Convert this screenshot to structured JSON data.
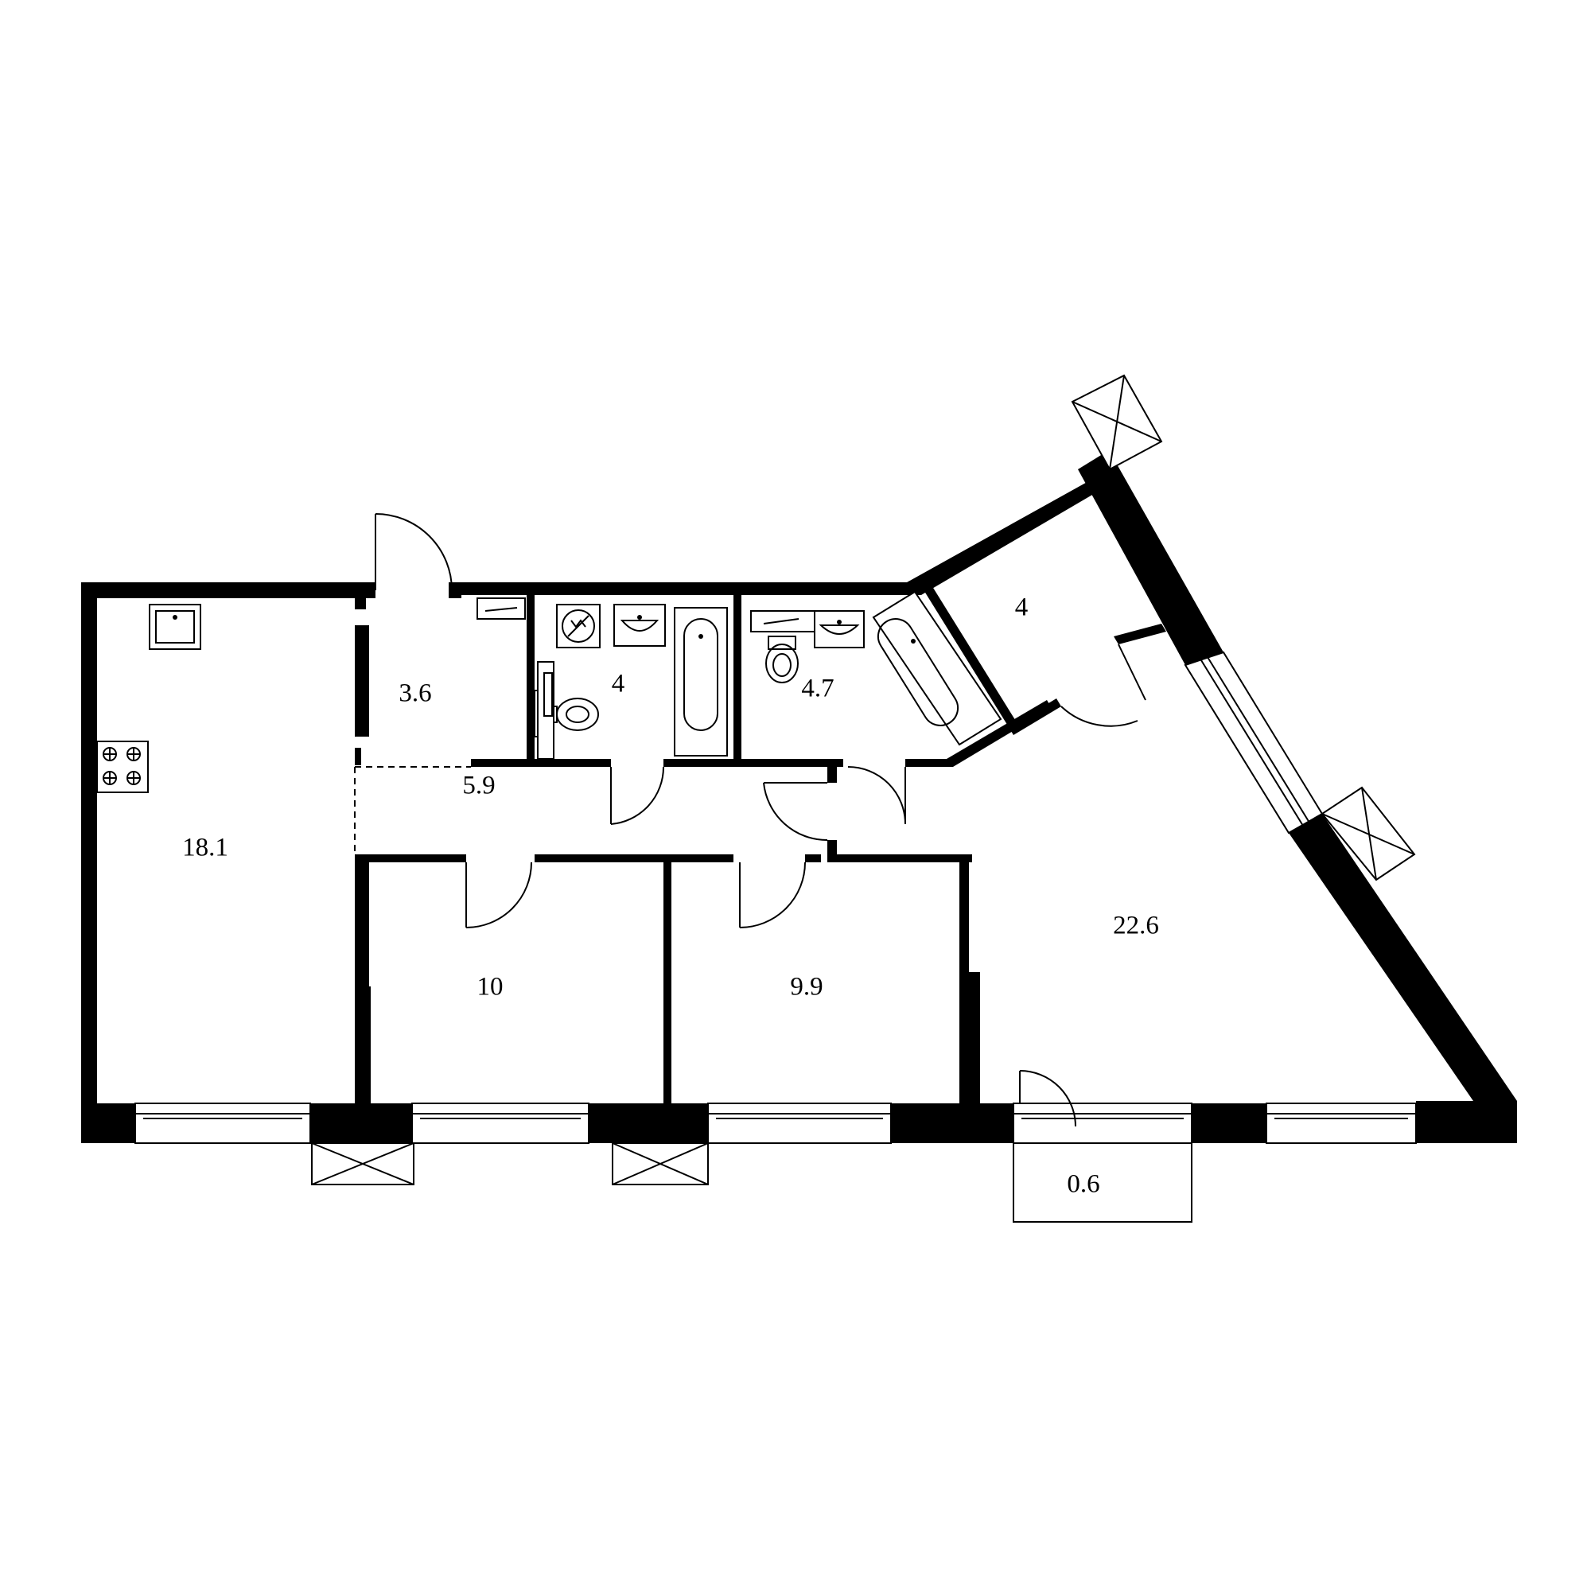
{
  "rooms": [
    {
      "id": "kitchen",
      "area": "18.1"
    },
    {
      "id": "storage",
      "area": "3.6"
    },
    {
      "id": "bathroom-1",
      "area": "4"
    },
    {
      "id": "bathroom-2",
      "area": "4.7"
    },
    {
      "id": "closet",
      "area": "4"
    },
    {
      "id": "hallway",
      "area": "5.9"
    },
    {
      "id": "bedroom-1",
      "area": "10"
    },
    {
      "id": "bedroom-2",
      "area": "9.9"
    },
    {
      "id": "living-room",
      "area": "22.6"
    },
    {
      "id": "balcony",
      "area": "0.6"
    }
  ],
  "colors": {
    "wall": "#000000",
    "background": "#ffffff"
  }
}
